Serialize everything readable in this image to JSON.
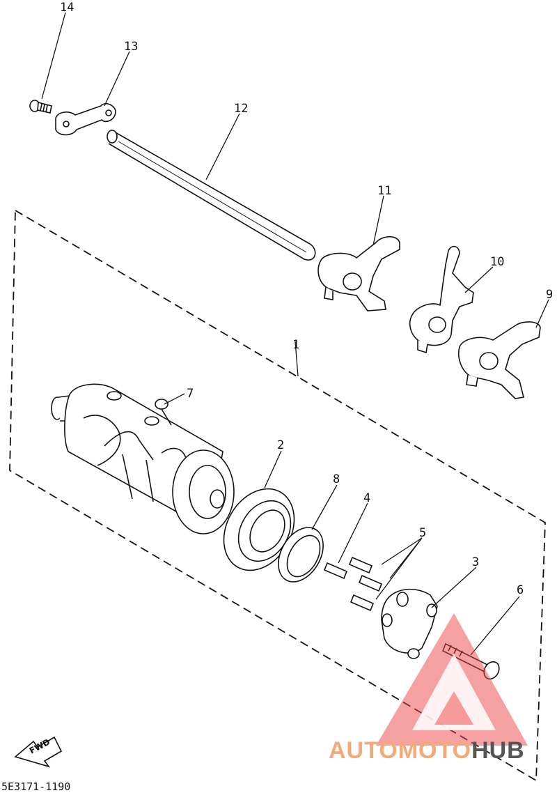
{
  "diagram": {
    "callouts": [
      {
        "id": "1",
        "text": "1"
      },
      {
        "id": "2",
        "text": "2"
      },
      {
        "id": "3",
        "text": "3"
      },
      {
        "id": "4",
        "text": "4"
      },
      {
        "id": "5",
        "text": "5"
      },
      {
        "id": "6",
        "text": "6"
      },
      {
        "id": "7",
        "text": "7"
      },
      {
        "id": "8",
        "text": "8"
      },
      {
        "id": "9",
        "text": "9"
      },
      {
        "id": "10",
        "text": "10"
      },
      {
        "id": "11",
        "text": "11"
      },
      {
        "id": "12",
        "text": "12"
      },
      {
        "id": "13",
        "text": "13"
      },
      {
        "id": "14",
        "text": "14"
      }
    ],
    "part_code": "5E3171-1190",
    "direction_arrow": {
      "label": "FWD",
      "icon": "fwd-arrow-icon"
    }
  },
  "watermark": {
    "text_primary": "AUTOMOTO",
    "text_secondary": "HUB",
    "color_primary": "#f5a878",
    "color_secondary": "#555555",
    "triangle_color": "#ee4444",
    "icon": "warning-triangle-logo-icon"
  }
}
